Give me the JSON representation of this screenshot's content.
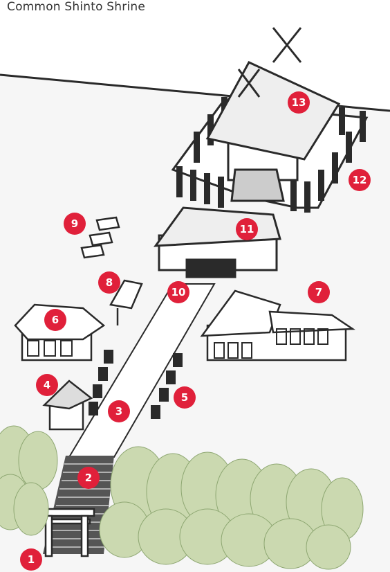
{
  "title": "Common Shinto Shrine",
  "colors": {
    "badge": "#e0203a",
    "ink": "#2a2a2a",
    "tree": "#cbd9b0",
    "tree_dark": "#9fb585",
    "ground": "#f5f5f5",
    "wall": "#ffffff"
  },
  "markers": [
    {
      "label": "1"
    },
    {
      "label": "2"
    },
    {
      "label": "3"
    },
    {
      "label": "4"
    },
    {
      "label": "5"
    },
    {
      "label": "6"
    },
    {
      "label": "7"
    },
    {
      "label": "8"
    },
    {
      "label": "9"
    },
    {
      "label": "10"
    },
    {
      "label": "11"
    },
    {
      "label": "12"
    },
    {
      "label": "13"
    }
  ]
}
